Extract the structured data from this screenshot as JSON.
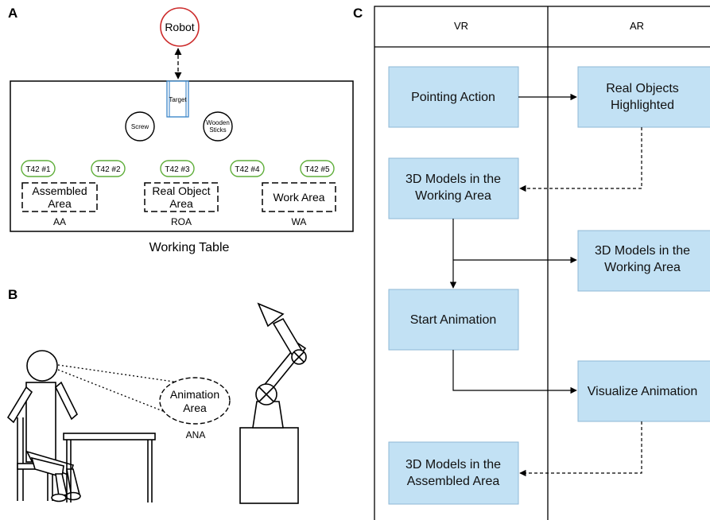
{
  "panels": {
    "a": {
      "letter": "A"
    },
    "b": {
      "letter": "B"
    },
    "c": {
      "letter": "C"
    }
  },
  "panel_a": {
    "robot_label": "Robot",
    "target_label": "Target",
    "screw_label": "Screw",
    "sticks_label": [
      "Wooden",
      "Sticks"
    ],
    "t42_labels": [
      "T42 #1",
      "T42 #2",
      "T42 #3",
      "T42 #4",
      "T42 #5"
    ],
    "areas": [
      {
        "name": [
          "Assembled",
          "Area"
        ],
        "abbr": "AA"
      },
      {
        "name": [
          "Real Object",
          "Area"
        ],
        "abbr": "ROA"
      },
      {
        "name": [
          "Work Area"
        ],
        "abbr": "WA"
      }
    ],
    "table_caption": "Working Table",
    "colors": {
      "robot_ring": "#cc2a2a",
      "target": "#3b86c8",
      "t42_ring": "#5fae3a"
    }
  },
  "panel_b": {
    "animation_label": [
      "Animation",
      "Area"
    ],
    "animation_abbr": "ANA"
  },
  "panel_c": {
    "col_vr": "VR",
    "col_ar": "AR",
    "vr_boxes": [
      [
        "Pointing Action"
      ],
      [
        "3D Models in the",
        "Working Area"
      ],
      [
        "Start Animation"
      ],
      [
        "3D Models in the",
        "Assembled Area"
      ]
    ],
    "ar_boxes": [
      [
        "Real Objects",
        "Highlighted"
      ],
      [
        "3D Models in the",
        "Working Area"
      ],
      [
        "Visualize Animation"
      ]
    ],
    "colors": {
      "box_fill": "#c2e1f4",
      "box_stroke": "#8fb8d6"
    }
  }
}
